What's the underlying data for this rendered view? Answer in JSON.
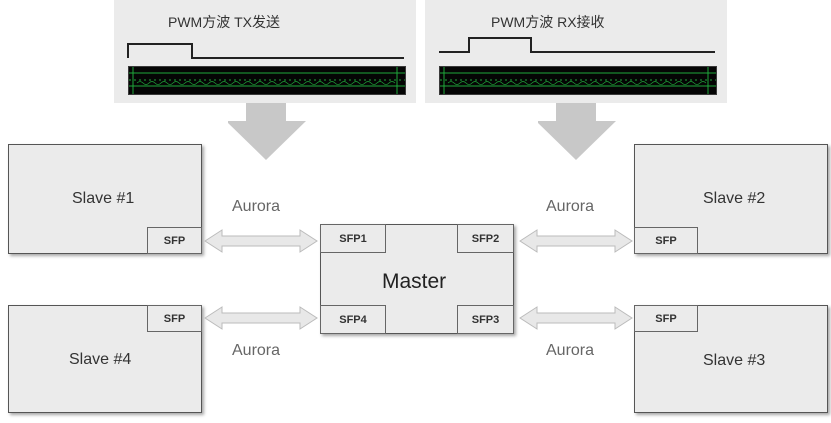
{
  "waveforms": [
    {
      "title": "PWM方波   TX发送"
    },
    {
      "title": "PWM方波   RX接收"
    }
  ],
  "master": {
    "label": "Master",
    "ports": [
      "SFP1",
      "SFP2",
      "SFP4",
      "SFP3"
    ]
  },
  "slaves": [
    {
      "label": "Slave #1",
      "sfp": "SFP"
    },
    {
      "label": "Slave #2",
      "sfp": "SFP"
    },
    {
      "label": "Slave #4",
      "sfp": "SFP"
    },
    {
      "label": "Slave #3",
      "sfp": "SFP"
    }
  ],
  "links": [
    "Aurora",
    "Aurora",
    "Aurora",
    "Aurora"
  ],
  "colors": {
    "panel": "#ebebeb",
    "arrow": "#c8c8c8",
    "scope_trace": "#1fa83a",
    "scope_bg": "#050505"
  }
}
